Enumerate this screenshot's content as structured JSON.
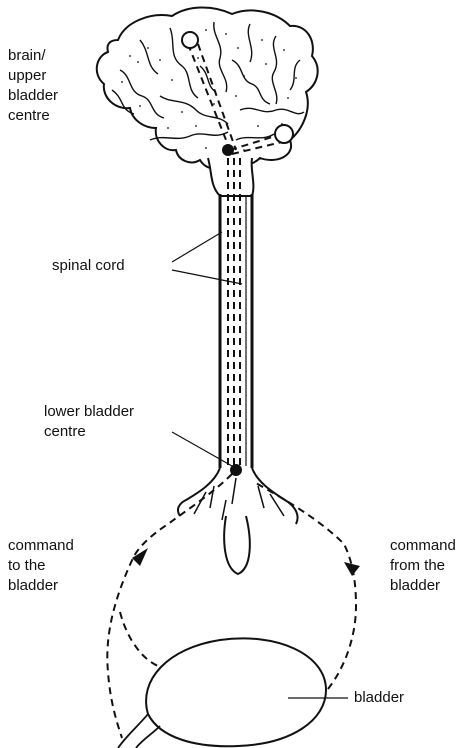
{
  "labels": {
    "brain": [
      "brain/",
      "upper",
      "bladder",
      "centre"
    ],
    "spinal_cord": "spinal cord",
    "lower_centre": [
      "lower bladder",
      "centre"
    ],
    "command_to": [
      "command",
      "to the",
      "bladder"
    ],
    "command_from": [
      "command",
      "from the",
      "bladder"
    ],
    "bladder": "bladder"
  },
  "colors": {
    "ink": "#111111",
    "paper": "#ffffff"
  }
}
